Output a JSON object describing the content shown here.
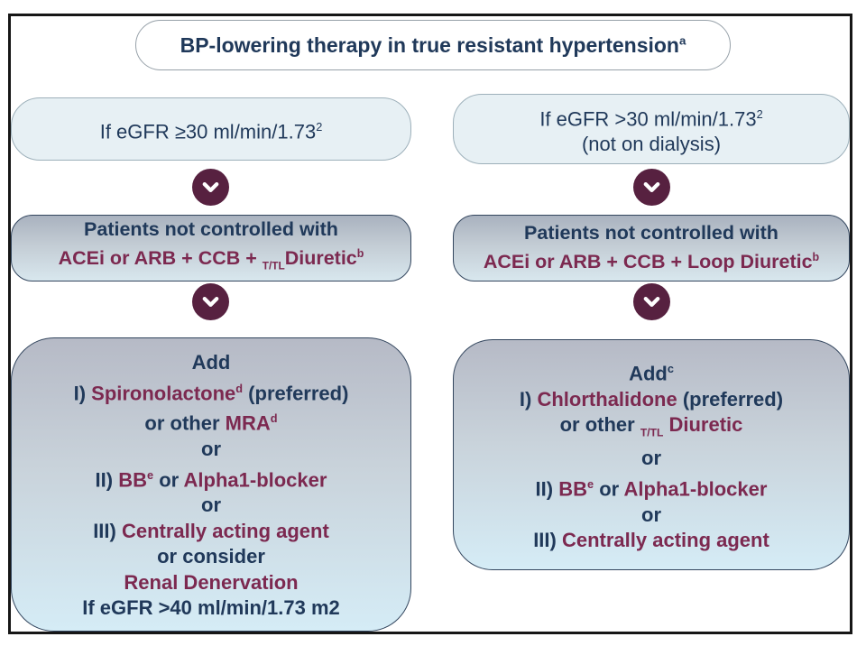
{
  "title": {
    "text": "BP-lowering therapy in true resistant hypertension",
    "sup": "a"
  },
  "colors": {
    "navy_text": "#20395a",
    "maroon_text": "#7c2950",
    "chevron_circle": "#572140",
    "frame_border": "#161616",
    "condition_box_bg": "#e7f0f4",
    "mid_box_gradient_top": "#a9b2bf",
    "mid_box_gradient_bottom": "#d8e7ee",
    "big_box_gradient_top": "#b6bac6",
    "big_box_gradient_bottom": "#d5ecf6"
  },
  "left": {
    "condition": {
      "main": "If eGFR ≥30 ml/min/1.73",
      "sup": "2"
    },
    "uncontrolled": {
      "line1": "Patients not controlled with",
      "line2_main": "ACEi or ARB + CCB + ",
      "line2_sub": "T/TL",
      "line2_tail": "Diuretic",
      "line2_sup": "b"
    },
    "add": {
      "heading": "Add",
      "l2a": "I) ",
      "l2b": "Spironolactone",
      "l2b_sup": "d",
      "l2c": " (preferred)",
      "l3a": "or other ",
      "l3b": "MRA",
      "l3b_sup": "d",
      "l4": "or",
      "l5a": "II) ",
      "l5b": "BB",
      "l5b_sup": "e",
      "l5c": " or ",
      "l5d": "Alpha1-blocker",
      "l6": "or",
      "l7a": "III) ",
      "l7b": "Centrally acting agent",
      "l8": "or consider",
      "l9": "Renal Denervation",
      "l10": "If eGFR >40 ml/min/1.73 m2"
    }
  },
  "right": {
    "condition": {
      "main": "If eGFR >30 ml/min/1.73",
      "sup": "2",
      "line2": "(not on dialysis)"
    },
    "uncontrolled": {
      "line1": "Patients not controlled with",
      "line2_main": "ACEi or ARB + CCB + Loop Diuretic",
      "line2_sup": "b"
    },
    "add": {
      "heading": "Add",
      "heading_sup": "c",
      "l2a": "I) ",
      "l2b": "Chlorthalidone",
      "l2c": " (preferred)",
      "l3a": "or other ",
      "l3_sub": "T/TL",
      "l3b": " Diuretic",
      "l4": "or",
      "l5a": "II) ",
      "l5b": "BB",
      "l5b_sup": "e",
      "l5c": " or ",
      "l5d": "Alpha1-blocker",
      "l6": "or",
      "l7a": "III) ",
      "l7b": "Centrally acting agent"
    }
  }
}
